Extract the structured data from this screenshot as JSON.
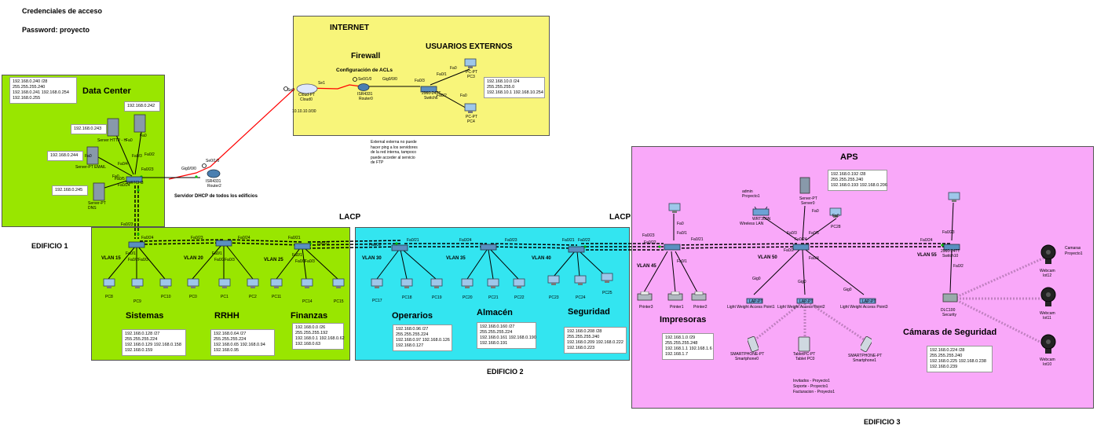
{
  "header": {
    "title": "Credenciales de acceso",
    "password": "Password: proyecto"
  },
  "internet": {
    "title": "INTERNET",
    "firewall": "Firewall",
    "acl": "Configuración de ACLs",
    "externos": "USUARIOS EXTERNOS",
    "note": [
      "External externa no puede",
      "hacer ping a los servidores",
      "de la red interna, tampoco",
      "puede acceder al servicio",
      "de FTP"
    ],
    "ext_info": [
      "192.168.10.0 /24",
      "255.255.255.0",
      "192.168.10.1 192.168.10.254"
    ],
    "cloud_label": "Cloud-PT",
    "cloud_name": "Cloud0",
    "cloud_net": "10.10.10.0/30",
    "router0_model": "ISR4331",
    "router0_name": "Router0",
    "switch6_model": "2960-24TT",
    "switch6_name": "Switch6",
    "pc3": "PC3",
    "pc4": "PC4",
    "pc_pt": "PC-PT",
    "ports": {
      "s0": "Se0",
      "se1": "Se1",
      "s010": "Se0/1/0",
      "g000": "Gig0/0/0",
      "fa03": "Fa0/3",
      "fa01": "Fa0/1",
      "fa02": "Fa0/2",
      "fa0a": "Fa0",
      "fa0b": "Fa0"
    }
  },
  "datacenter": {
    "title": "Data Center",
    "info": [
      "192.168.0.240 /28",
      "255.255.255.240",
      "192.168.0.241 192.168.0.254",
      "192.168.0.255"
    ],
    "ip_242": "192.168.0.242",
    "ip_243": "192.168.0.243",
    "ip_244": "192.168.0.244",
    "ip_245": "192.168.0.245",
    "server_http": "Server HTTP - H",
    "server_email": "Server-PT EMAIL",
    "server_dns": "Server-PT DNS",
    "switch_label": "SWITCH3",
    "ports": [
      "Fa0",
      "Fa0",
      "Fa0",
      "Fa0",
      "Fa0/2",
      "Fa0/3",
      "Fa0/4",
      "Fa0/23",
      "Fa0/5",
      "Fa0/24"
    ]
  },
  "router2": {
    "port_top": "Se0/1/0",
    "port_left": "Gig0/0/0",
    "model": "ISR4331",
    "name": "Router2",
    "caption": "Servidor DHCP de todos los edificios"
  },
  "lacp": [
    "LACP",
    "LACP"
  ],
  "edificio1": {
    "label": "EDIFICIO 1",
    "sistemas": {
      "title": "Sistemas",
      "vlan": "VLAN 15",
      "pcs": [
        "PC8",
        "PC9",
        "PC10"
      ],
      "info": [
        "192.168.0.128 /27",
        "255.255.255.224",
        "192.168.0.129 192.168.0.158",
        "192.168.0.159"
      ]
    },
    "rrhh": {
      "title": "RRHH",
      "vlan": "VLAN 20",
      "pcs": [
        "PC0",
        "PC1",
        "PC2"
      ],
      "info": [
        "192.168.0.64 /27",
        "255.255.255.224",
        "192.168.0.65 192.168.0.94",
        "192.168.0.95"
      ]
    },
    "finanzas": {
      "title": "Finanzas",
      "vlan": "VLAN 25",
      "pcs": [
        "PC11",
        "PC14",
        "PC15"
      ],
      "info": [
        "192.168.0.0 /26",
        "255.255.255.192",
        "192.168.0.1 192.168.0.62",
        "192.168.0.63"
      ]
    },
    "ports": [
      "Fa0/23",
      "Fa0/24",
      "Fa0/23",
      "Fa0/24",
      "Fa0/21",
      "Fa0/22",
      "Fa0/1",
      "Fa0/2",
      "Fa0/3",
      "Fa0/1",
      "Fa0/2",
      "Fa0/3",
      "Fa0/1",
      "Fa0/2",
      "Fa0/3"
    ]
  },
  "edificio2": {
    "label": "EDIFICIO 2",
    "operarios": {
      "title": "Operarios",
      "vlan": "VLAN 30",
      "pcs": [
        "PC17",
        "PC18",
        "PC19"
      ],
      "info": [
        "192.168.0.96 /27",
        "255.255.255.224",
        "192.168.0.97 192.168.0.126",
        "192.168.0.127"
      ]
    },
    "almacen": {
      "title": "Almacén",
      "vlan": "VLAN 35",
      "pcs": [
        "PC20",
        "PC21",
        "PC22"
      ],
      "info": [
        "192.168.0.160 /27",
        "255.255.255.224",
        "192.168.0.161 192.168.0.190",
        "192.168.0.191"
      ]
    },
    "seguridad": {
      "title": "Seguridad",
      "vlan": "VLAN 40",
      "pcs": [
        "PC23",
        "PC24",
        "PC25"
      ],
      "info": [
        "192.168.0.208 /28",
        "255.255.255.240",
        "192.168.0.209 192.168.0.222",
        "192.168.0.223"
      ]
    },
    "ports": [
      "Fa0/22",
      "Fa0/21",
      "Fa0/24",
      "Fa0/23",
      "Fa0/21",
      "Fa0/22"
    ]
  },
  "edificio3": {
    "label": "EDIFICIO 3",
    "aps": {
      "title": "APS",
      "info": [
        "192.168.0.192 /28",
        "255.255.255.240",
        "192.168.0.193 192.168.0.206"
      ]
    },
    "wireless": {
      "creds": [
        "admin",
        "Proyecto1"
      ],
      "name": "WRT300N",
      "label": "Wireless LAN"
    },
    "server_label": "Server-PT",
    "server_name": "Server0",
    "pc28": "PC28",
    "vlan50": "VLAN 50",
    "impresoras": {
      "title": "Impresoras",
      "vlan": "VLAN 45",
      "printers": [
        "Printer3",
        "Printer1",
        "Printer2"
      ],
      "info": [
        "192.168.1.0 /29",
        "255.255.255.248",
        "192.168.1.1 192.168.1.6",
        "192.168.1.7"
      ]
    },
    "aps_labels": [
      "Light Weight Access Point1",
      "Light Weight Access Point2",
      "Light Weight Access Point3"
    ],
    "lap_model": "LAP-PT",
    "mobiles": [
      "Smartphone0",
      "Tablet PC0",
      "Smartphone1"
    ],
    "mobile_models": [
      "SMARTPHONE-PT",
      "TabletPC-PT",
      "SMARTPHONE-PT"
    ],
    "wifi_creds": [
      "Invitados - Proyecto1",
      "Soporte - Proyecto1",
      "Facturacion - Proyecto1"
    ],
    "camaras": {
      "title": "Cámaras de Seguridad",
      "vlan": "VLAN 55",
      "info": [
        "192.168.0.224 /28",
        "255.255.255.240",
        "192.168.0.225 192.168.0.238",
        "192.168.0.239"
      ],
      "dlc_model": "DLC100",
      "dlc_name": "Security",
      "cams": [
        "Iot12",
        "Iot11",
        "Iot10"
      ],
      "cam_model": "Webcam",
      "cam_creds": [
        "Camaras",
        "Proyecto1"
      ],
      "switch_name": "Switch10",
      "switch_model": "2960-24TT"
    },
    "ports": [
      "Fa0/23",
      "Fa0/22",
      "Fa0/21",
      "Fa0/1",
      "Fa0/24",
      "Fa0/3",
      "Fa0/2",
      "Fa0/5",
      "Fa0/4",
      "Fa0/24",
      "Fa0/23",
      "Fa0/2",
      "Fa0/1",
      "Gig0",
      "Gig0",
      "Gig0",
      "Fa0",
      "Fa0",
      "Fa0"
    ]
  },
  "colors": {
    "green": "#99e600",
    "cyan": "#33e5f0",
    "pink": "#f9a8f9",
    "yellow": "#f8f57a",
    "serial": "#ff0000",
    "trunk": "#000000",
    "wifi": "#c080c0"
  }
}
